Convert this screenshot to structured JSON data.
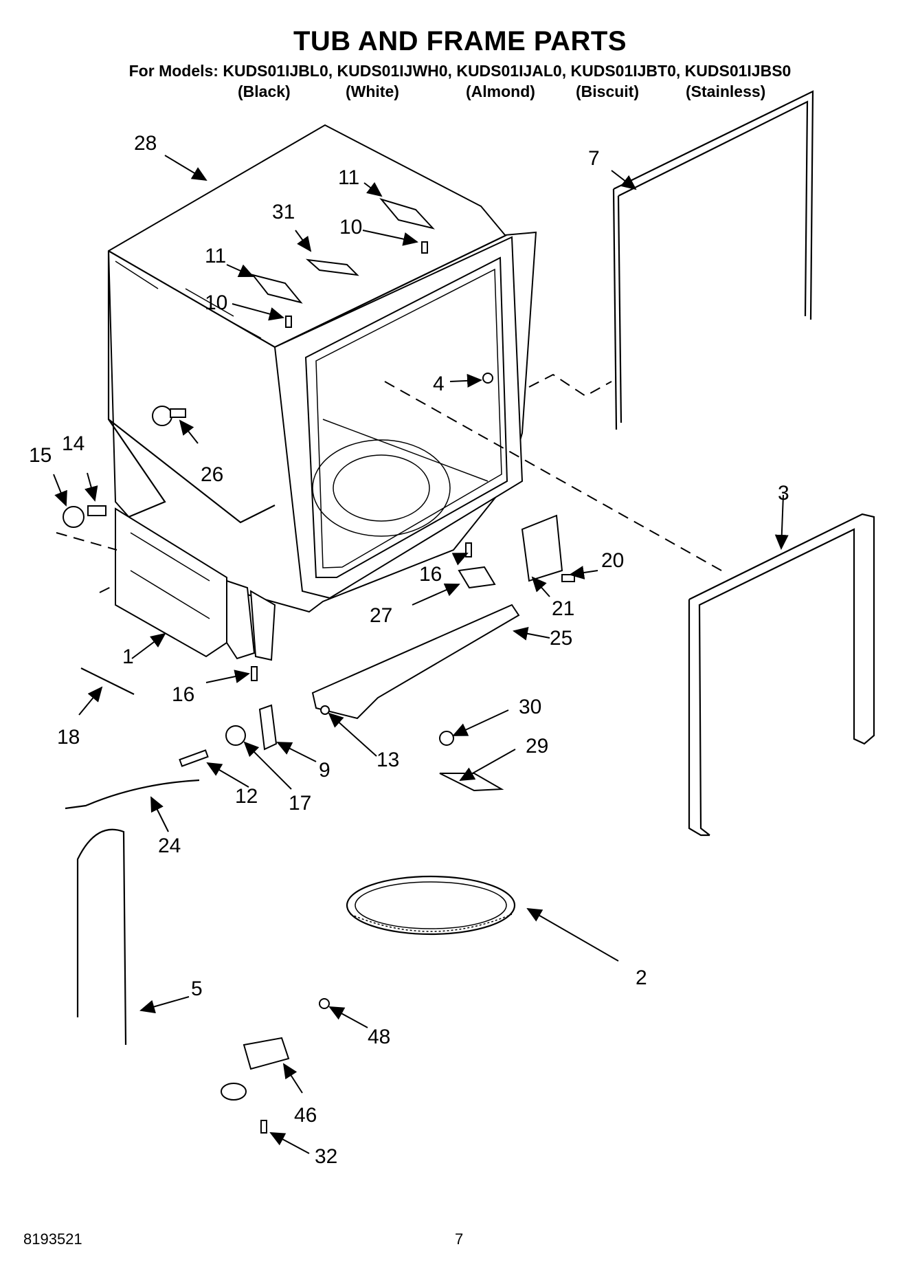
{
  "header": {
    "title": "TUB AND FRAME PARTS",
    "models_line": "For Models: KUDS01IJBL0, KUDS01IJWH0, KUDS01IJAL0, KUDS01IJBT0, KUDS01IJBS0",
    "colors": [
      "(Black)",
      "(White)",
      "(Almond)",
      "(Biscuit)",
      "(Stainless)"
    ]
  },
  "callouts": [
    "28",
    "7",
    "11",
    "31",
    "10",
    "11",
    "10",
    "4",
    "26",
    "15",
    "14",
    "3",
    "20",
    "16",
    "21",
    "27",
    "25",
    "1",
    "16",
    "18",
    "30",
    "29",
    "13",
    "9",
    "17",
    "12",
    "24",
    "2",
    "5",
    "48",
    "46",
    "32"
  ],
  "footer": {
    "doc_number": "8193521",
    "page_number": "7"
  }
}
